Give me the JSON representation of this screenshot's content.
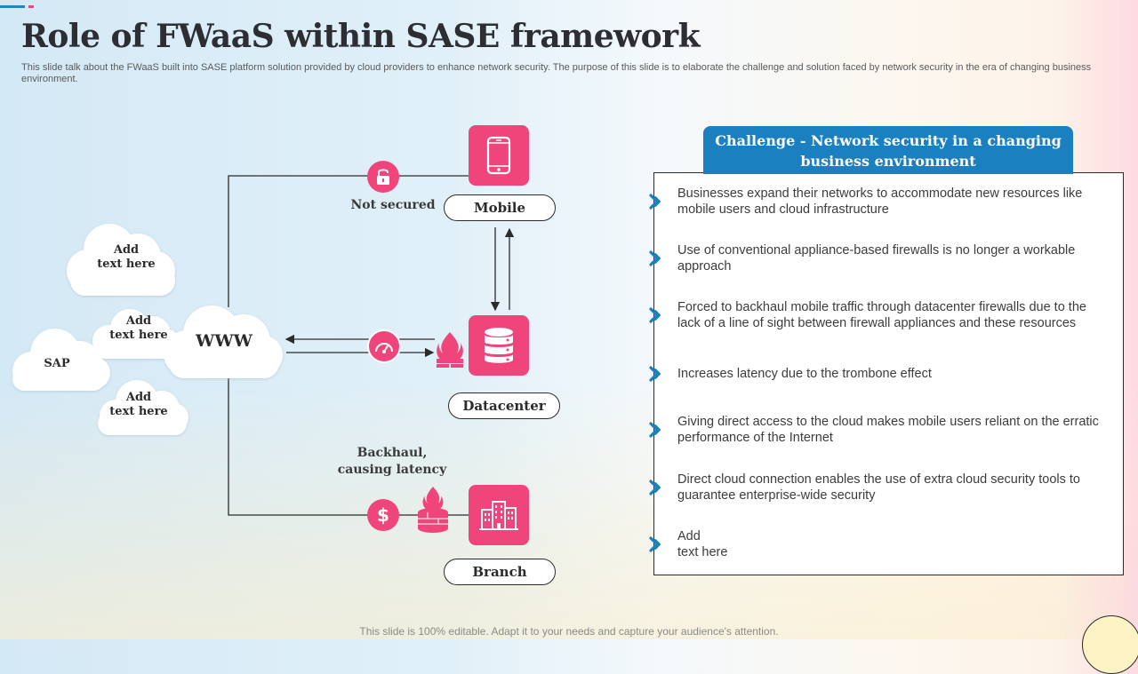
{
  "slide": {
    "title": "Role of FWaaS within SASE framework",
    "subtitle": "This slide talk about the FWaaS built into SASE platform solution provided by cloud providers to enhance network security. The purpose of this slide is to elaborate the challenge and solution faced by network security in the era of changing business environment.",
    "footer": "This slide is 100% editable. Adapt it to your needs and capture your audience's attention."
  },
  "colors": {
    "accent_pink": "#f0457a",
    "accent_blue": "#1b80c0",
    "text_dark": "#2b2b2b"
  },
  "diagram": {
    "clouds": [
      {
        "label": "Add\ntext here",
        "icon": "cloud-icon"
      },
      {
        "label": "Add\ntext here",
        "icon": "cloud-icon"
      },
      {
        "label": "SAP",
        "icon": "cloud-icon"
      },
      {
        "label": "Add\ntext here",
        "icon": "cloud-icon"
      },
      {
        "label": "WWW",
        "icon": "cloud-icon"
      }
    ],
    "nodes": {
      "mobile": {
        "label": "Mobile",
        "icon": "smartphone-icon"
      },
      "datacenter": {
        "label": "Datacenter",
        "icon": "database-icon"
      },
      "branch": {
        "label": "Branch",
        "icon": "building-icon"
      }
    },
    "notes": {
      "not_secured": "Not secured",
      "backhaul": "Backhaul,\ncausing latency"
    },
    "icons": [
      "lock-icon",
      "speedometer-icon",
      "firewall-icon",
      "dollar-icon"
    ]
  },
  "challenge": {
    "header": "Challenge - Network security in a changing business environment",
    "bullets": [
      "Businesses expand their networks to accommodate new resources like mobile users and cloud infrastructure",
      "Use of conventional appliance-based firewalls is no longer a workable approach",
      "Forced to backhaul mobile traffic through datacenter firewalls due to the lack of a line of sight between firewall appliances and these resources",
      "Increases latency due to the trombone effect",
      "Giving direct access to the cloud makes mobile users reliant on the erratic performance of the Internet",
      "Direct cloud connection enables the use of extra cloud security tools to guarantee enterprise-wide security",
      "Add\ntext here"
    ]
  }
}
